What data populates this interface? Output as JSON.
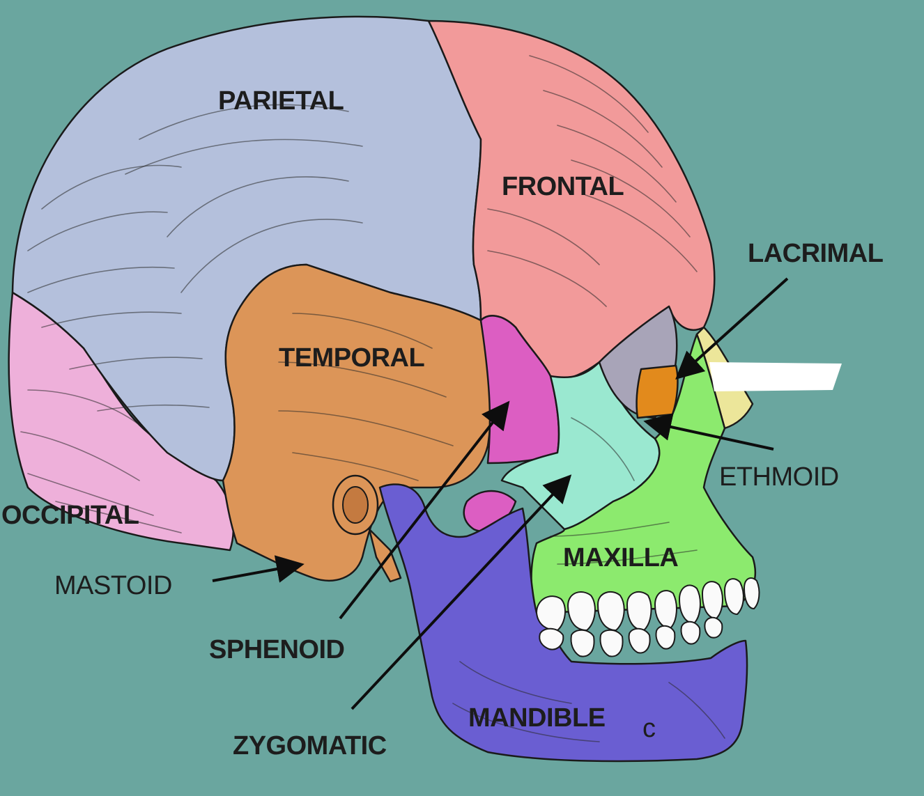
{
  "labels": {
    "parietal": "PARIETAL",
    "frontal": "FRONTAL",
    "lacrimal": "LACRIMAL",
    "temporal": "TEMPORAL",
    "ethmoid": "ETHMOID",
    "occipital": "OCCIPITAL",
    "maxilla": "MAXILLA",
    "mastoid": "MASTOID",
    "sphenoid": "SPHENOID",
    "mandible": "MANDIBLE",
    "zygomatic": "ZYGOMATIC",
    "stray_mark": "c"
  },
  "colors": {
    "background": "#6aa69f",
    "parietal": "#b4c0dc",
    "frontal": "#f29a9a",
    "temporal": "#dc9558",
    "occipital": "#eeb0da",
    "sphenoid": "#dc5ec2",
    "zygomatic": "#9ae8d0",
    "maxilla": "#8cea6e",
    "mandible": "#6a5ed2",
    "lacrimal": "#e28a1c",
    "nasal": "#ece69a",
    "ethmoid": "#a8a4b8",
    "teeth": "#fafafa"
  }
}
